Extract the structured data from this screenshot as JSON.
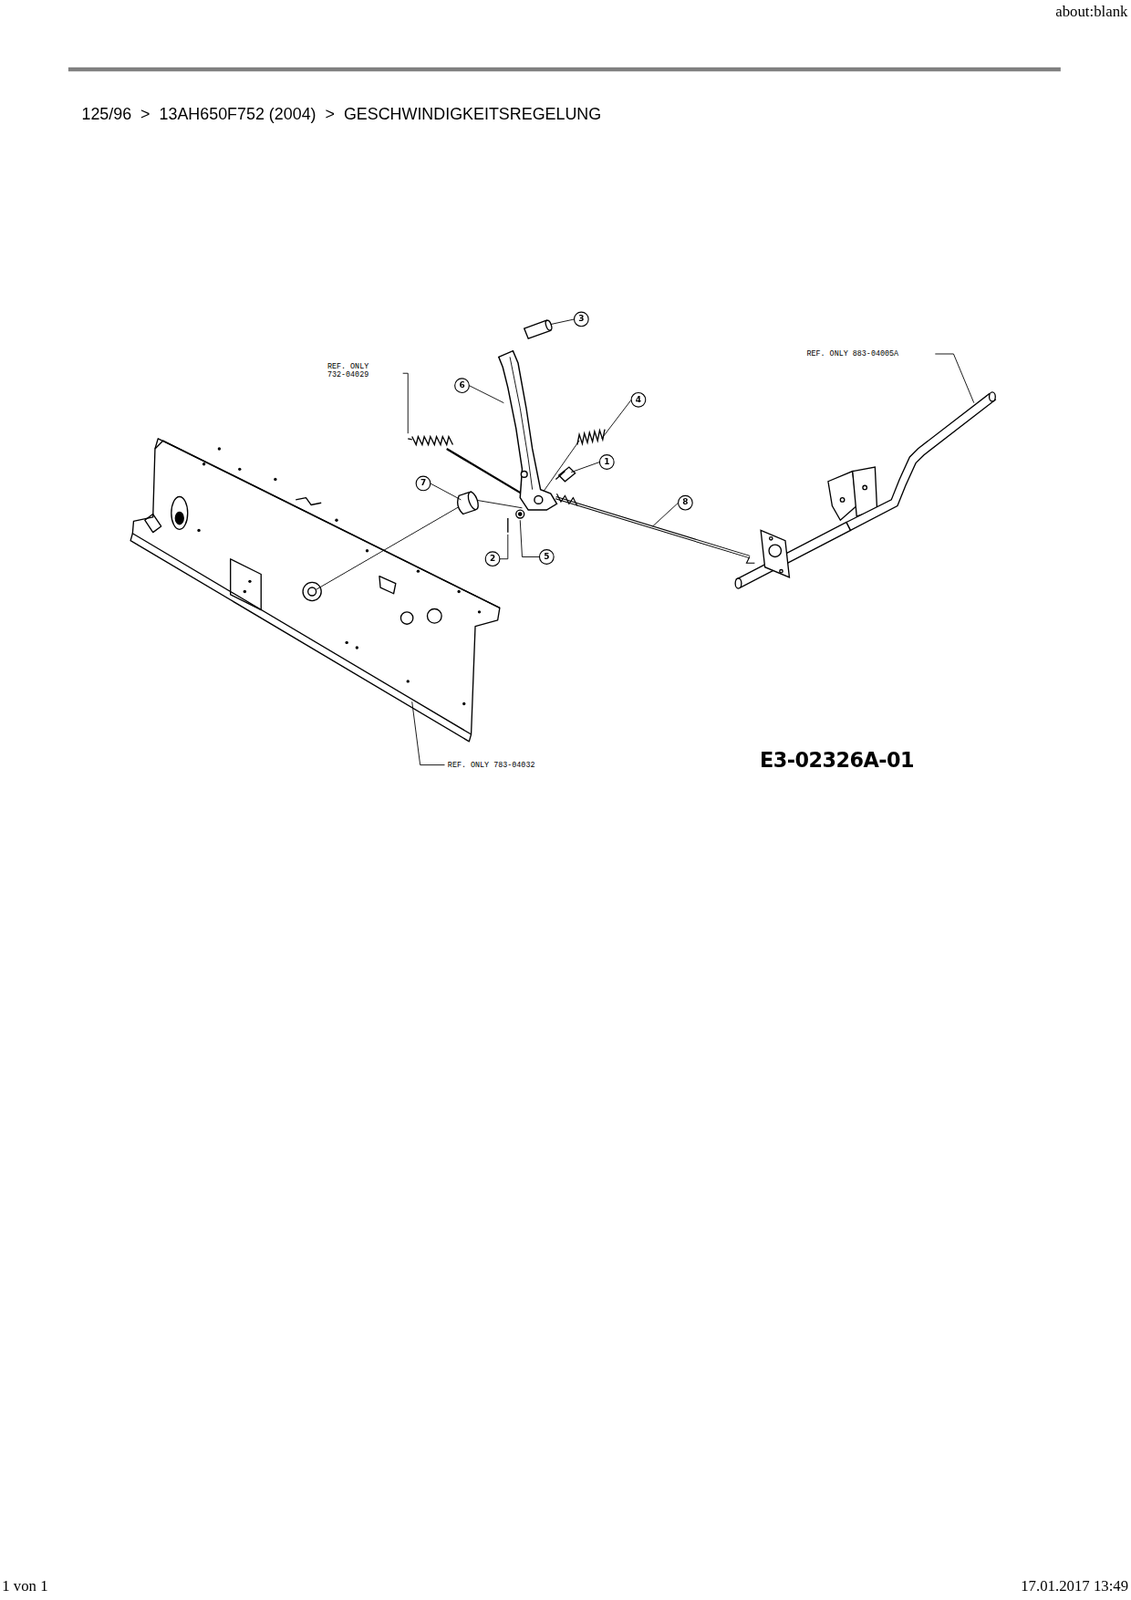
{
  "diagram": {
    "title": "125/96  >  13AH650F752 (2004)  >  GESCHWINDIGKEITSREGELUNG",
    "labels": [
      "about:blank",
      "1 von 1",
      "17.01.2017 13:49",
      "REF. ONLY 732-04029",
      "REF. ONLY 883-04005A",
      "REF. ONLY 783-04032",
      "E3-02326A-01",
      "3",
      "6",
      "4",
      "1",
      "7",
      "8",
      "2",
      "5"
    ]
  }
}
